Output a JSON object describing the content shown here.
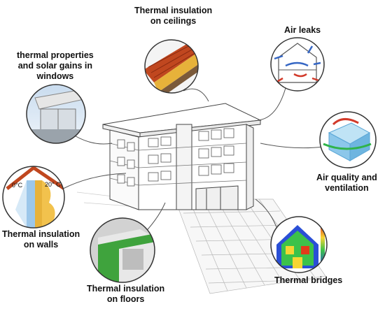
{
  "labels": {
    "ceilings": [
      "Thermal insulation",
      "on ceilings"
    ],
    "air_leaks": [
      "Air leaks"
    ],
    "windows": [
      "thermal properties",
      "and solar gains in",
      "windows"
    ],
    "air_quality": [
      "Air quality and",
      "ventilation"
    ],
    "walls": [
      "Thermal insulation",
      "on walls"
    ],
    "floors": [
      "Thermal insulation",
      "on floors"
    ],
    "bridges": [
      "Thermal bridges"
    ]
  },
  "temperatures": {
    "outside": "0°C",
    "inside": "20° C"
  },
  "colors": {
    "roof_tile": "#c0471f",
    "insulation": "#e7b23a",
    "air_arrow": "#3566c4",
    "leak_arrow": "#d23a2a",
    "glass": "#8cc7ea",
    "thermal_hot": "#e23b1a",
    "thermal_cold": "#2a4fd6",
    "floor_green": "#3fa33d",
    "line": "#333333"
  }
}
